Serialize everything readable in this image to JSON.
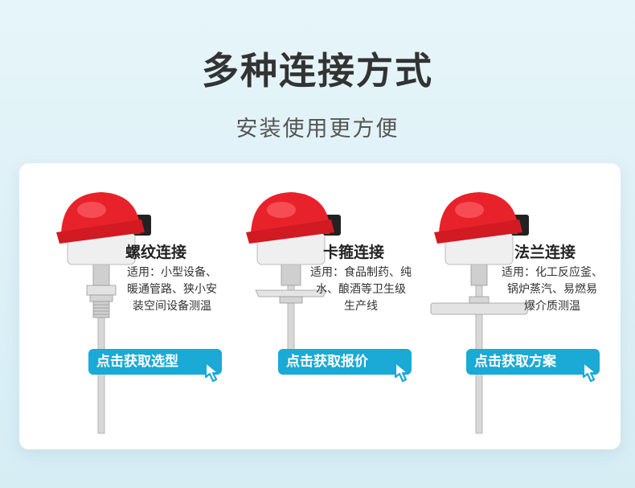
{
  "header": {
    "title": "多种连接方式",
    "subtitle": "安装使用更方便"
  },
  "products": [
    {
      "name": "螺纹连接",
      "desc": [
        "适用：小型设备、",
        "暖通管路、狭小安",
        "装空间设备测温"
      ],
      "cta": "点击获取选型",
      "mount": "thread"
    },
    {
      "name": "卡箍连接",
      "desc": [
        "适用：食品制药、纯",
        "水、酿酒等卫生级",
        "生产线"
      ],
      "cta": "点击获取报价",
      "mount": "clamp"
    },
    {
      "name": "法兰连接",
      "desc": [
        "适用：化工反应釜、",
        "锅炉蒸汽、易燃易",
        "爆介质测温"
      ],
      "cta": "点击获取方案",
      "mount": "flange"
    }
  ],
  "colors": {
    "accent": "#1ba9d6",
    "head": "#e8222b",
    "background": "#e6f5f9"
  }
}
